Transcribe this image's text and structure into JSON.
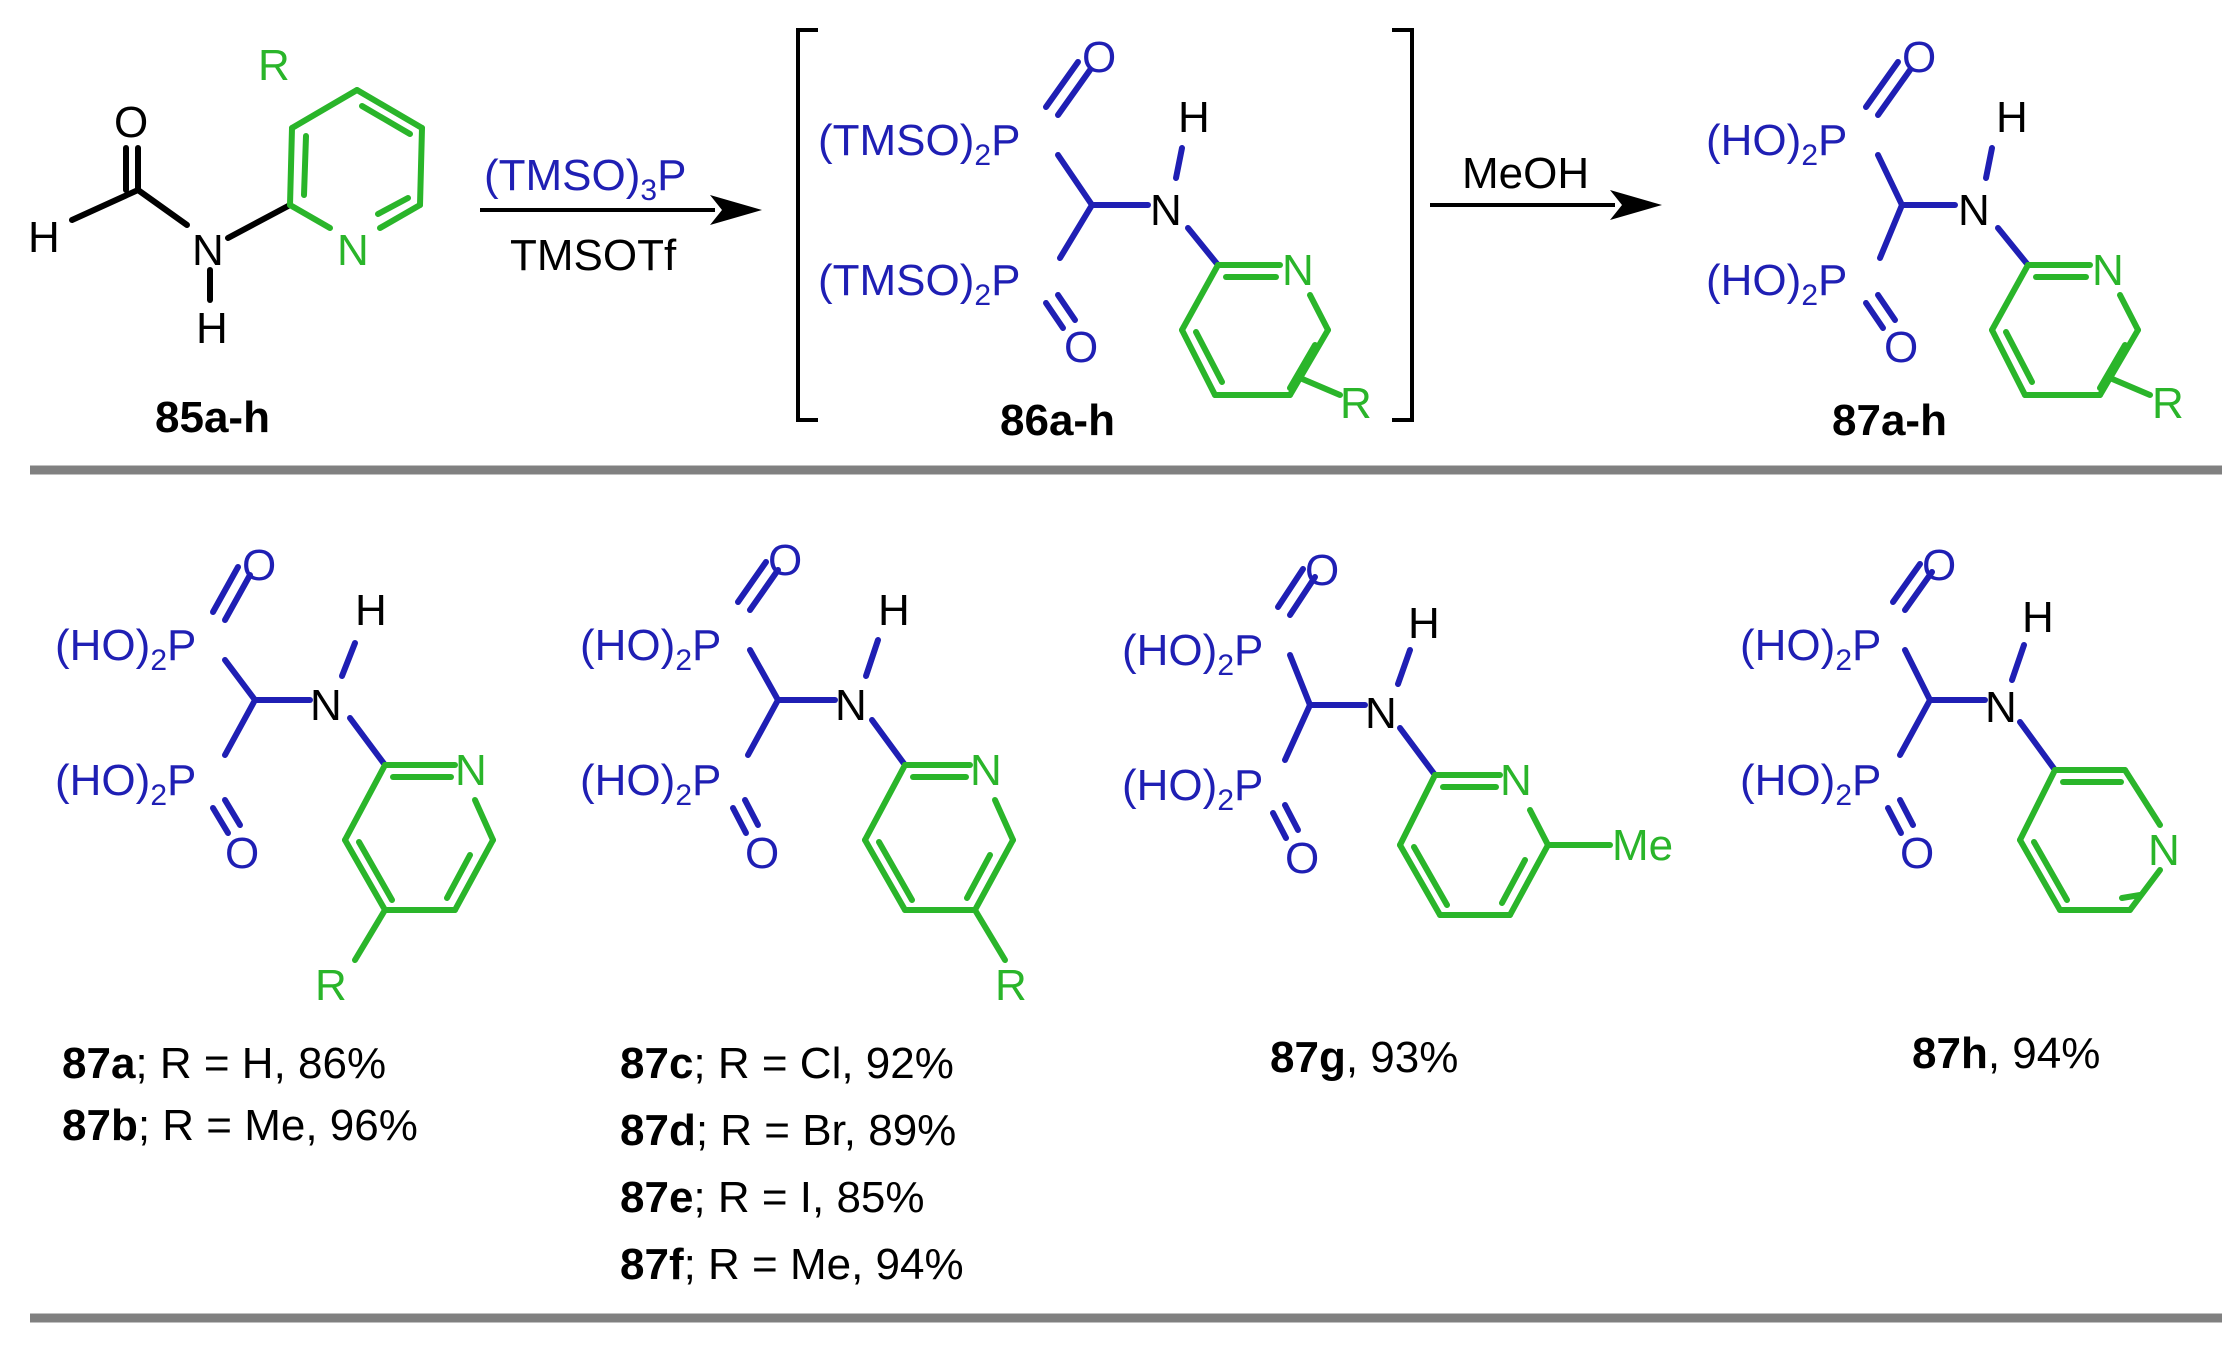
{
  "colors": {
    "phosphonate_blue": "#1f1fb4",
    "pyridine_green": "#2ab52a",
    "black": "#000000",
    "divider_gray": "#808080"
  },
  "atoms": {
    "O": "O",
    "H": "H",
    "N": "N",
    "R": "R",
    "P": "P",
    "Me": "Me",
    "two": "2",
    "three": "3",
    "ho_open": "(HO)",
    "tmso_open": "(TMSO)",
    "tmso_reagent_open": "(TMSO)"
  },
  "reaction": {
    "reagent_top_main": "(TMSO)",
    "reagent_top_sub": "3",
    "reagent_top_end": "P",
    "reagent_bottom": "TMSOTf",
    "step2_reagent": "MeOH"
  },
  "compounds": {
    "c85": "85a-h",
    "c86": "86a-h",
    "c87": "87a-h"
  },
  "products": [
    {
      "lines": [
        {
          "id": "87a",
          "text": "; R = H, 86%"
        },
        {
          "id": "87b",
          "text": "; R = Me, 96%"
        }
      ]
    },
    {
      "lines": [
        {
          "id": "87c",
          "text": "; R = Cl, 92%"
        },
        {
          "id": "87d",
          "text": "; R = Br, 89%"
        },
        {
          "id": "87e",
          "text": "; R = I, 85%"
        },
        {
          "id": "87f",
          "text": "; R = Me, 94%"
        }
      ]
    },
    {
      "lines": [
        {
          "id": "87g",
          "text": ", 93%"
        }
      ]
    },
    {
      "lines": [
        {
          "id": "87h",
          "text": ", 94%"
        }
      ]
    }
  ]
}
